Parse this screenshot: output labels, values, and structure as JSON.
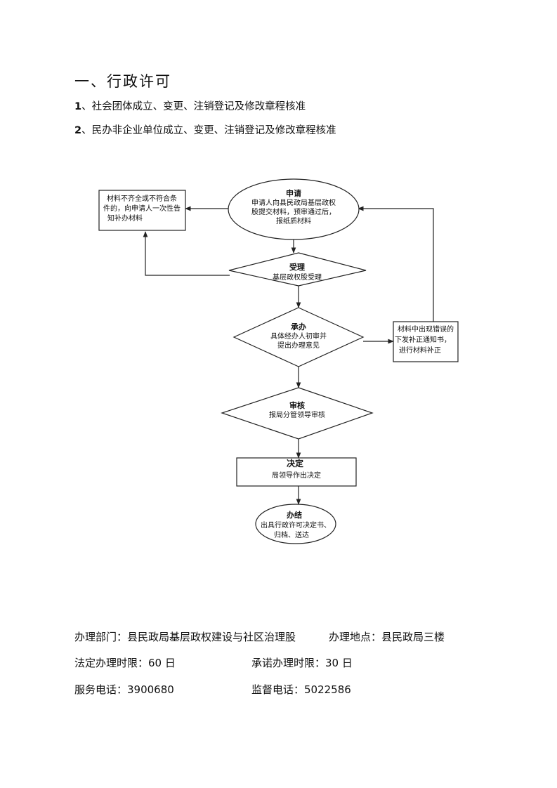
{
  "heading": "一、行政许可",
  "items": [
    {
      "num": "1",
      "text": "、社会团体成立、变更、注销登记及修改章程核准"
    },
    {
      "num": "2",
      "text": "、民办非企业单位成立、变更、注销登记及修改章程核准"
    }
  ],
  "flowchart": {
    "apply": {
      "title": "申请",
      "lines": [
        "申请人向县民政局基层政权",
        "股提交材料，预审通过后，",
        "报纸质材料"
      ]
    },
    "incomplete": {
      "lines": [
        "材料不齐全或不符合条",
        "件的，向申请人一次性告",
        "知补办材料"
      ]
    },
    "accept": {
      "title": "受理",
      "lines": [
        "基层政权股受理"
      ]
    },
    "undertake": {
      "title": "承办",
      "lines": [
        "具体经办人初审并",
        "提出办理意见"
      ]
    },
    "correction": {
      "lines": [
        "材料中出现错误的",
        "下发补正通知书，",
        "进行材料补正"
      ]
    },
    "review": {
      "title": "审核",
      "lines": [
        "报局分管领导审核"
      ]
    },
    "decision": {
      "title": "决定",
      "lines": [
        "局领导作出决定"
      ]
    },
    "complete": {
      "title": "办结",
      "lines": [
        "出具行政许可决定书、",
        "归档、送达"
      ]
    }
  },
  "info": {
    "dept": "办理部门：县民政局基层政权建设与社区治理股",
    "location": "办理地点：县民政局三楼",
    "legal_limit": "法定办理时限：60 日",
    "promise_limit": "承诺办理时限：30 日",
    "service_phone": "服务电话：3900680",
    "supervise_phone": "监督电话：5022586"
  }
}
